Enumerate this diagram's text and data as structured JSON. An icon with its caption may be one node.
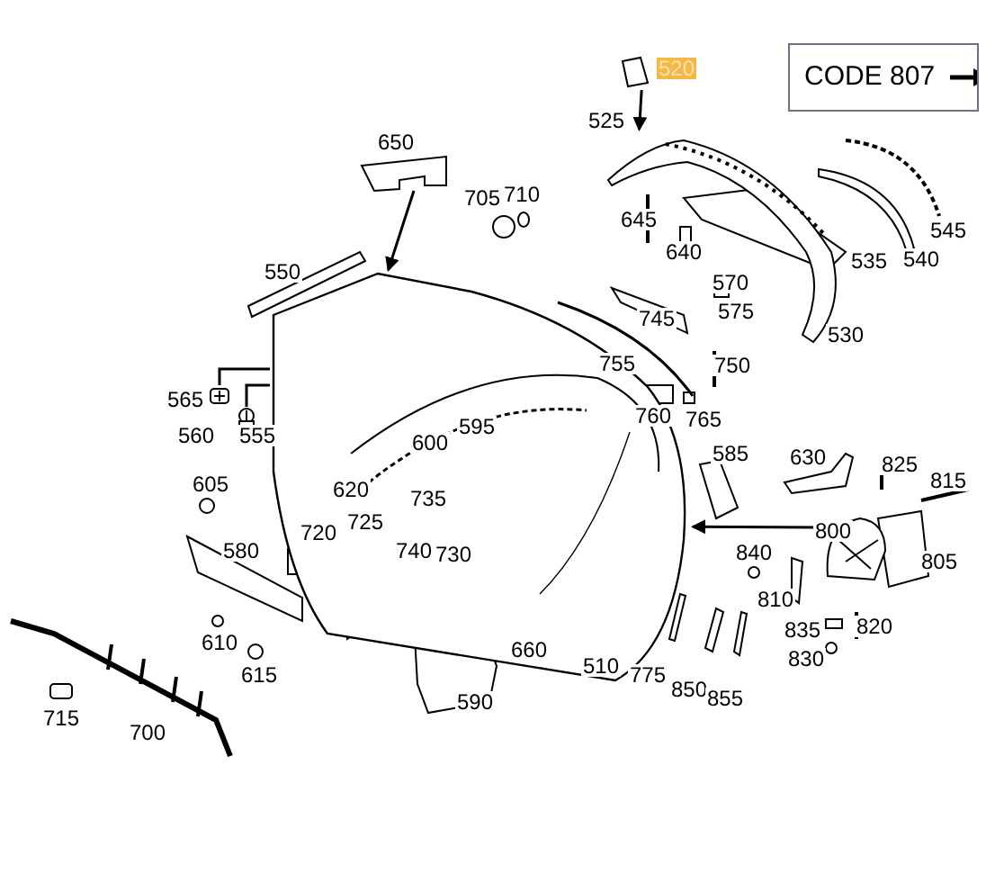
{
  "diagram": {
    "nodes": [
      {
        "text": [
          "CODE 807"
        ]
      },
      {
        "text": [],
        "shape": "picture"
      },
      {
        "text": [],
        "shape": "picture"
      },
      {
        "text": [],
        "shape": "picture"
      },
      {
        "text": [],
        "shape": "picture"
      },
      {
        "text": [],
        "shape": "picture"
      },
      {
        "text": [],
        "shape": "picture"
      },
      {
        "text": [],
        "shape": "picture"
      }
    ],
    "edges": [
      {
        "from": 2,
        "to": 1,
        "arrow": "to"
      },
      {
        "from": 3,
        "to": 4,
        "arrow": "to"
      },
      {
        "from": 5,
        "to": 1,
        "arrow": "to"
      },
      {
        "from": 6,
        "to": 1,
        "arrow": "none"
      },
      {
        "from": 7,
        "to": 1,
        "arrow": "none"
      }
    ],
    "labels": [
      "520",
      "525",
      "650",
      "705",
      "710",
      "645",
      "545",
      "550",
      "640",
      "535",
      "540",
      "570",
      "745",
      "575",
      "530",
      "755",
      "750",
      "565",
      "560",
      "555",
      "595",
      "760",
      "765",
      "600",
      "605",
      "620",
      "735",
      "585",
      "630",
      "825",
      "815",
      "720",
      "725",
      "800",
      "580",
      "740",
      "730",
      "840",
      "805",
      "810",
      "610",
      "615",
      "660",
      "835",
      "820",
      "510",
      "775",
      "830",
      "590",
      "850",
      "855",
      "715",
      "700"
    ]
  }
}
